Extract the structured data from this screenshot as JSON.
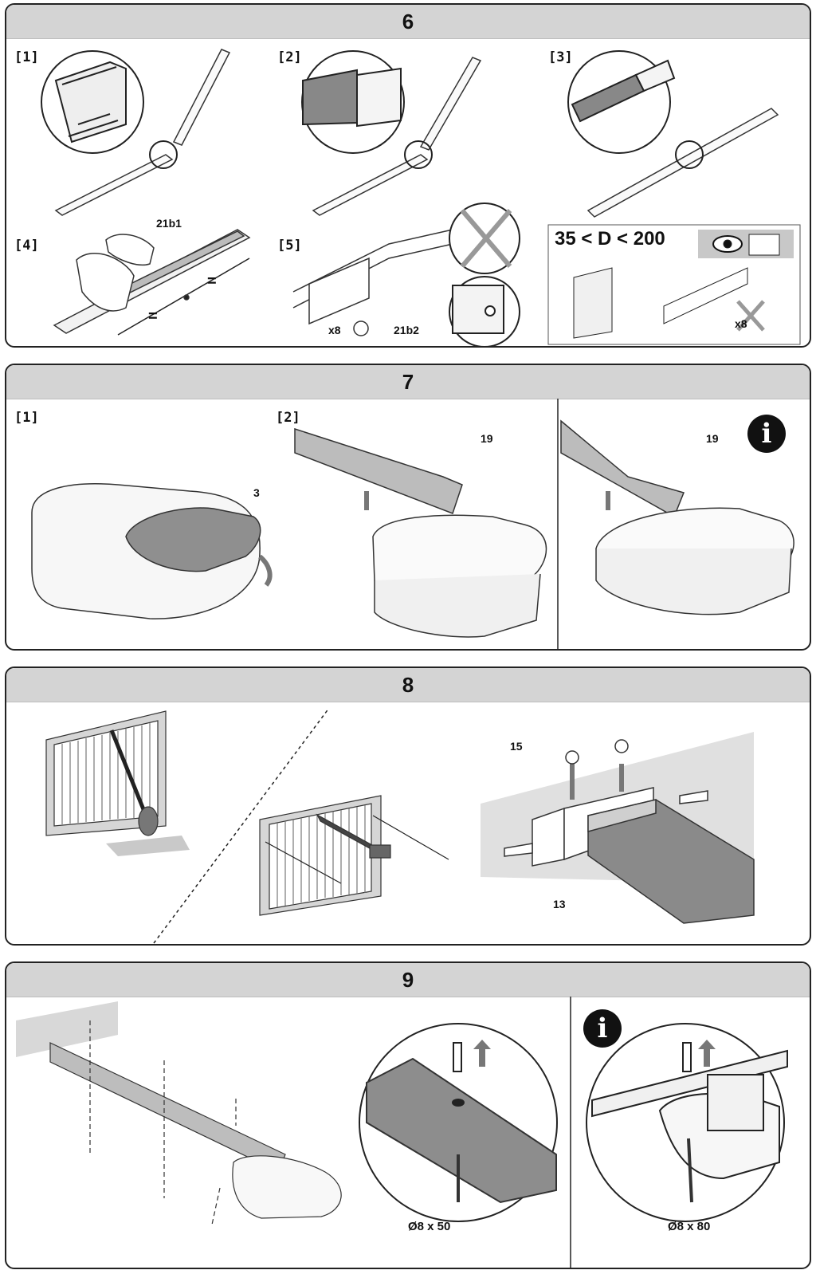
{
  "panel6": {
    "title": "6",
    "steps": [
      "[1]",
      "[2]",
      "[3]",
      "[4]",
      "[5]"
    ],
    "part_21b1": "21b1",
    "equal_left": "=",
    "equal_right": "=",
    "qty_x8": "x8",
    "part_21b2": "21b2",
    "distance_rule": "35 < D < 200",
    "qty_x8_crossed": "x8"
  },
  "panel7": {
    "title": "7",
    "steps": [
      "[1]",
      "[2]"
    ],
    "part_3": "3",
    "part_19_a": "19",
    "part_19_b": "19",
    "info_glyph": "i"
  },
  "panel8": {
    "title": "8",
    "part_15": "15",
    "part_13": "13"
  },
  "panel9": {
    "title": "9",
    "screw_50": "Ø8 x 50",
    "screw_80": "Ø8 x 80",
    "info_glyph": "i"
  }
}
